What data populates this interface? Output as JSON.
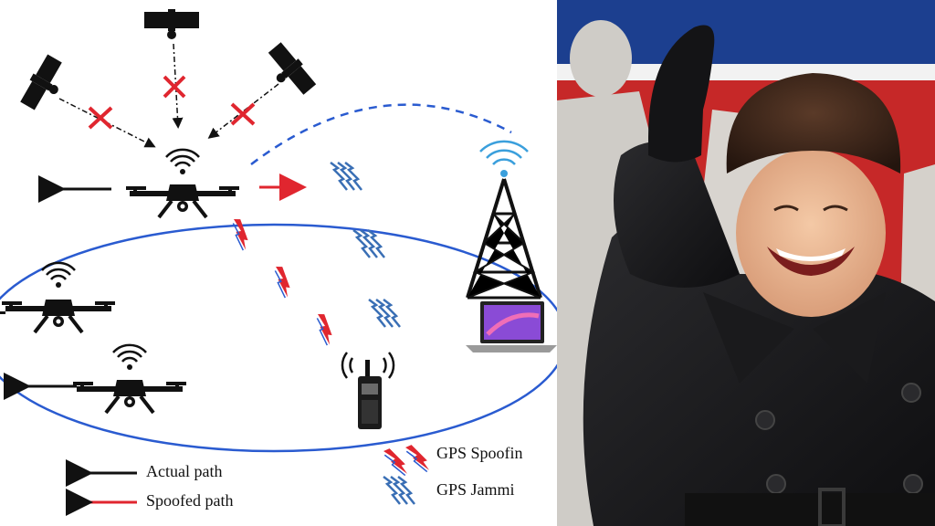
{
  "diagram": {
    "legend": {
      "actual_path": "Actual path",
      "spoofed_path": "Spoofed path",
      "gps_spoofing": "GPS Spoofin",
      "gps_jamming": "GPS Jammi"
    },
    "colors": {
      "actual_path": "#111111",
      "spoofed_path": "#e0262f",
      "jamming": "#3a6fb5",
      "spoofing": "#e0262f",
      "orbit": "#2a5bd0",
      "block_mark": "#e0262f"
    },
    "icons": [
      "satellite-icon",
      "drone-icon",
      "wifi-icon",
      "cell-tower-icon",
      "laptop-icon",
      "walkie-talkie-icon",
      "jamming-bolt-icon",
      "spoofing-bolt-icon",
      "cross-mark-icon"
    ]
  },
  "photo": {
    "colors": {
      "flag_blue": "#1c3f8f",
      "flag_red": "#c62828",
      "coat": "#1b1b1d",
      "hat": "#3a2418"
    }
  }
}
